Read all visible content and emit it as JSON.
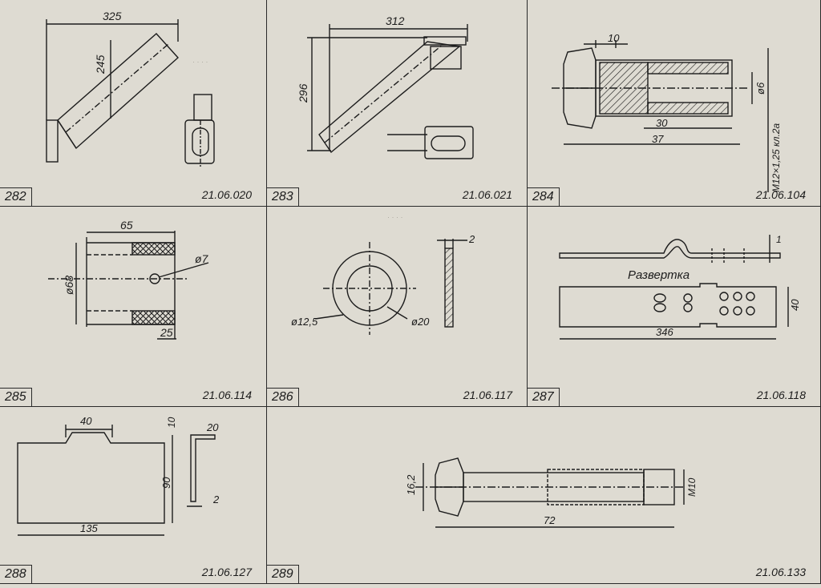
{
  "panels": [
    {
      "number": "282",
      "code": "21.06.020",
      "dims": [
        "325",
        "245"
      ]
    },
    {
      "number": "283",
      "code": "21.06.021",
      "dims": [
        "312",
        "296"
      ]
    },
    {
      "number": "284",
      "code": "21.06.104",
      "dims": [
        "10",
        "30",
        "37",
        "ø6",
        "M12×1,25 кл.2а"
      ]
    },
    {
      "number": "285",
      "code": "21.06.114",
      "dims": [
        "65",
        "ø68",
        "ø7",
        "25"
      ]
    },
    {
      "number": "286",
      "code": "21.06.117",
      "dims": [
        "2",
        "ø12,5",
        "ø20"
      ]
    },
    {
      "number": "287",
      "code": "21.06.118",
      "dims": [
        "1",
        "40",
        "346"
      ],
      "label": "Развертка"
    },
    {
      "number": "288",
      "code": "21.06.127",
      "dims": [
        "40",
        "10",
        "20",
        "90",
        "2",
        "135"
      ]
    },
    {
      "number": "289",
      "code": "21.06.133",
      "dims": [
        "16,2",
        "72",
        "M10"
      ]
    }
  ],
  "colors": {
    "paper": "#dedbd2",
    "ink": "#1c1c1c",
    "ghost": "#a9a69c"
  }
}
